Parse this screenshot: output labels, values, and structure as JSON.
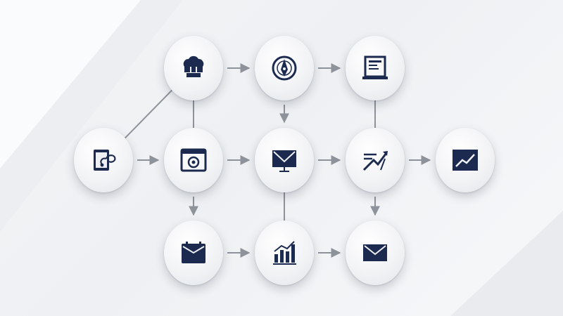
{
  "diagram": {
    "colors": {
      "icon": "#1b2a4e",
      "connector": "#8e939b",
      "node_fill": "#eef0f3",
      "background": "#f3f4f6"
    },
    "nodes": [
      {
        "id": "r1c1",
        "icon": "chef-hat-icon"
      },
      {
        "id": "r1c2",
        "icon": "compass-icon"
      },
      {
        "id": "r1c3",
        "icon": "document-monitor-icon"
      },
      {
        "id": "r2c0",
        "icon": "tablet-stethoscope-icon"
      },
      {
        "id": "r2c1",
        "icon": "browser-target-icon"
      },
      {
        "id": "r2c2",
        "icon": "envelope-monitor-icon"
      },
      {
        "id": "r2c3",
        "icon": "growth-arrows-icon"
      },
      {
        "id": "r2c4",
        "icon": "line-chart-icon"
      },
      {
        "id": "r3c1",
        "icon": "calendar-folder-icon"
      },
      {
        "id": "r3c2",
        "icon": "bar-chart-icon"
      },
      {
        "id": "r3c3",
        "icon": "envelope-icon"
      }
    ],
    "edges": [
      {
        "from": "r2c0",
        "to": "r1c1",
        "arrow": false
      },
      {
        "from": "r2c0",
        "to": "r2c1",
        "arrow": true
      },
      {
        "from": "r1c1",
        "to": "r1c2",
        "arrow": true
      },
      {
        "from": "r1c2",
        "to": "r1c3",
        "arrow": true
      },
      {
        "from": "r1c1",
        "to": "r2c1",
        "arrow": false
      },
      {
        "from": "r1c2",
        "to": "r2c2",
        "arrow": true
      },
      {
        "from": "r1c3",
        "to": "r2c3",
        "arrow": false
      },
      {
        "from": "r2c1",
        "to": "r2c2",
        "arrow": true
      },
      {
        "from": "r2c2",
        "to": "r2c3",
        "arrow": true
      },
      {
        "from": "r2c3",
        "to": "r2c4",
        "arrow": true
      },
      {
        "from": "r2c1",
        "to": "r3c1",
        "arrow": true
      },
      {
        "from": "r2c2",
        "to": "r3c2",
        "arrow": false
      },
      {
        "from": "r2c3",
        "to": "r3c3",
        "arrow": true
      },
      {
        "from": "r3c1",
        "to": "r3c2",
        "arrow": true
      },
      {
        "from": "r3c2",
        "to": "r3c3",
        "arrow": true
      }
    ]
  }
}
